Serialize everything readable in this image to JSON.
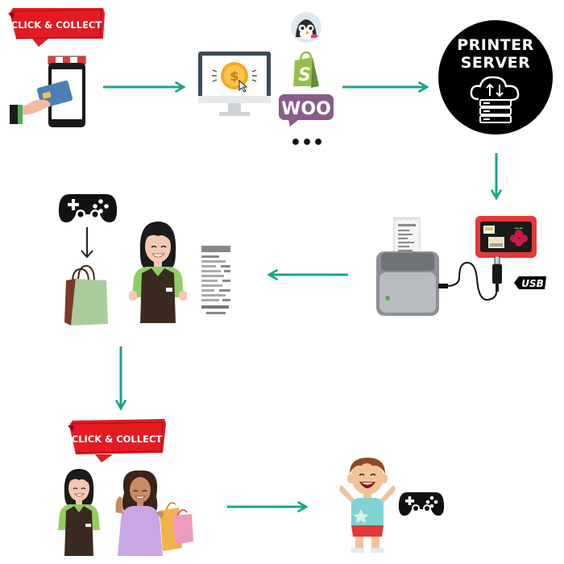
{
  "banners": {
    "top": "CLICK & COLLECT",
    "bottom": "CLICK & COLLECT"
  },
  "server": {
    "line1": "PRINTER",
    "line2": "SERVER"
  },
  "platforms": {
    "woo": "WOO",
    "more": "•••"
  },
  "usb": "USB",
  "colors": {
    "arrow": "#17a589",
    "banner_red": "#e31b23",
    "server_bg": "#000000",
    "apron": "#3b2a20",
    "shirt_green": "#8fce62",
    "bag_green": "#a9cc9a",
    "woo_purple": "#8a5b8c",
    "shopify_green": "#95bf47"
  }
}
